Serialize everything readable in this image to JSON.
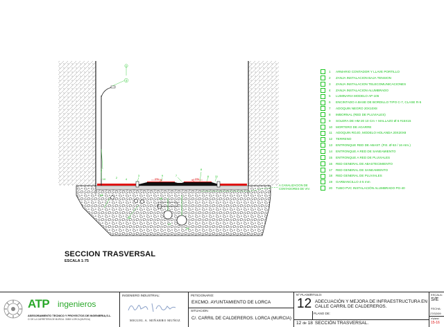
{
  "drawing": {
    "section_title": "SECCION TRASVERSAL",
    "scale_text": "ESCALA 1:75",
    "slope_left": "1%",
    "slope_right": "1%",
    "side_annotation_line1": "A CANALIZACION DE",
    "side_annotation_line2": "CONTADORES DE VIV."
  },
  "legend": [
    {
      "num": "1",
      "text": "ARMARIO CONTADOR Y LLAVE PORTILLO"
    },
    {
      "num": "2",
      "text": "ZANJA INSTALACION BAJA TENSION"
    },
    {
      "num": "3",
      "text": "ZANJA INSTALACION TELECOMUNICACIONES"
    },
    {
      "num": "4",
      "text": "ZANJA INSTALACION ALUMBRADO"
    },
    {
      "num": "5",
      "text": "LUMINARIA MODELO AP-105"
    },
    {
      "num": "6",
      "text": "ENCINTADO A BASE DE BORDILLO TIPO C-7, CLASE R-5"
    },
    {
      "num": "7",
      "text": "ADOQUIN NEGRO 20X10X8"
    },
    {
      "num": "8",
      "text": "IMBORNAL (RED DE PLUVIALES)"
    },
    {
      "num": "9",
      "text": "SOLERA DE HM-20 10 Cm + MALLAZO Ø 6 #15X15"
    },
    {
      "num": "10",
      "text": "MORTERO DE AGARRE"
    },
    {
      "num": "11",
      "text": "ADOQUIN ROJO, MODELO HOLANDA 20X20X8"
    },
    {
      "num": "12",
      "text": "TERRENO"
    },
    {
      "num": "13",
      "text": "ENTRONQUE RED DE ABAST. (P.E. Ø 63 / 16 Atm.)"
    },
    {
      "num": "14",
      "text": "ENTRONQUE A RED DE SANEAMIENTO"
    },
    {
      "num": "15",
      "text": "ENTRONQUE A RED DE PLUVIALES"
    },
    {
      "num": "16",
      "text": "RED GENERAL DE ABASTECIMIENTO"
    },
    {
      "num": "17",
      "text": "RED GENERAL DE SANEAMIENTO"
    },
    {
      "num": "18",
      "text": "RED GENERAL DE PLUVIALES"
    },
    {
      "num": "19",
      "text": "GARBANCILLO 4-5 mm"
    },
    {
      "num": "20",
      "text": "TUBO PVC INSTALACIÓN ALUMBRADO PG-40"
    }
  ],
  "title_block": {
    "logo_text": "ATP",
    "company_name": "ingenieros",
    "company_full": "ASESORAMIENTO TECNICO Y PROYECTOS DE INGENIERIA,S.L.",
    "company_address": "C/ DE LA CARRETERA DE MURCIA. 30800 LORCA (MURCIA)",
    "engineer_label": "INGENIERO INDUSTRIAL:",
    "engineer_name": "MIGUEL A. MIÑARRO MUÑOZ",
    "client_label": "PETICIONARIO:",
    "client_value": "EXCMO. AYUNTAMIENTO DE LORCA",
    "location_label": "SITUACION:",
    "location_value": "C/. CARRIL DE CALDEREROS. LORCA (MURCIA)",
    "plan_number_label": "Nº PLANO:",
    "plan_number": "12",
    "title_label": "TITULO:",
    "title_value": "ADECUACIÓN Y MEJORA DE INFRAESTRUCTURA EN CALLE CARRIL DE CALDEREROS.",
    "sheet_label": "PLANO DE:",
    "sheet_index": "12",
    "sheet_of": "de",
    "sheet_total": "18",
    "sheet_value": "SECCIÓN TRASVERSAL.",
    "scale_label": "ESCALA:",
    "scale_value": "S/E",
    "date_label": "FECHA:",
    "date_value": "27/02/09",
    "revision_label": "nºplano:",
    "revision_value": "15-16"
  },
  "colors": {
    "legend_green": "#17c41d",
    "pavement_red": "#e01515",
    "outline": "#222222"
  }
}
